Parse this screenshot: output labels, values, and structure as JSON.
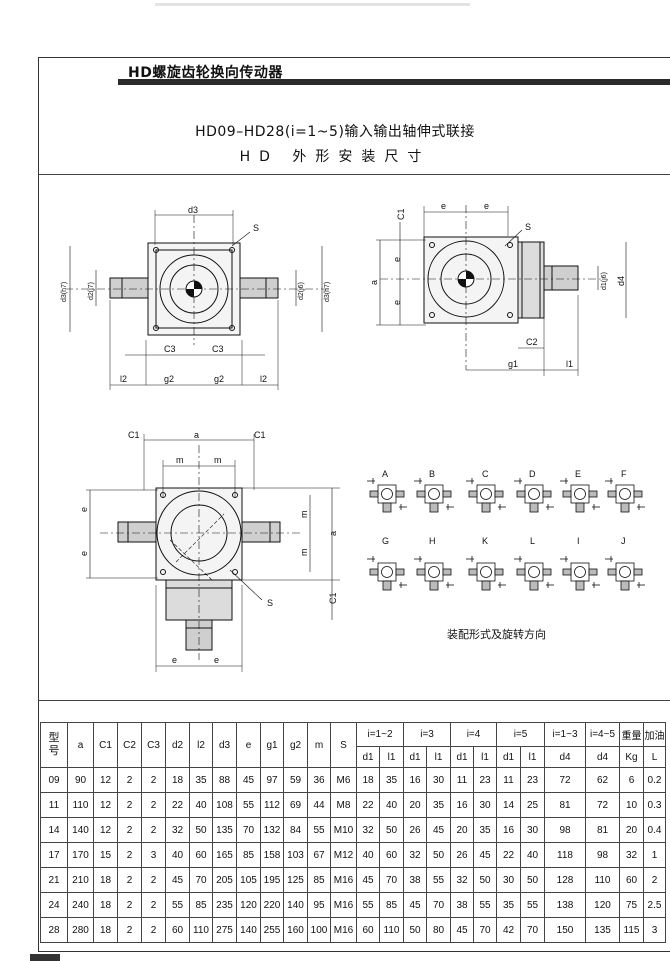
{
  "header": {
    "title": "HD螺旋齿轮换向传动器"
  },
  "titles": {
    "line1": "HD09–HD28(i=1~5)输入输出轴伸式联接",
    "line2": "HD 外形安装尺寸"
  },
  "drawing_labels": {
    "d3": "d3",
    "S": "S",
    "d3h7": "d3(h7)",
    "d2j7": "d2(j7)",
    "d2j6": "d2(j6)",
    "C3": "C3",
    "l2": "l2",
    "g2": "g2",
    "C1": "C1",
    "e": "e",
    "a": "a",
    "d1j6": "d1(j6)",
    "d4": "d4",
    "C2": "C2",
    "g1": "g1",
    "l1": "l1",
    "m": "m"
  },
  "assembly": {
    "caption": "装配形式及旋转方向",
    "row1": [
      "A",
      "B",
      "C",
      "D",
      "E",
      "F"
    ],
    "row2": [
      "G",
      "H",
      "K",
      "L",
      "I",
      "J"
    ]
  },
  "table": {
    "model_header": [
      "型",
      "号"
    ],
    "single_headers": [
      "a",
      "C1",
      "C2",
      "C3",
      "d2",
      "l2",
      "d3",
      "e",
      "g1",
      "g2",
      "m",
      "S"
    ],
    "ratio_groups": [
      "i=1~2",
      "i=3",
      "i=4",
      "i=5",
      "i=1~3",
      "i=4~5",
      "重量",
      "加油"
    ],
    "sub_headers": [
      "d1",
      "l1",
      "d1",
      "l1",
      "d1",
      "l1",
      "d1",
      "l1",
      "d4",
      "d4",
      "Kg",
      "L"
    ],
    "rows": [
      [
        "09",
        "90",
        "12",
        "2",
        "2",
        "18",
        "35",
        "88",
        "45",
        "97",
        "59",
        "36",
        "M6",
        "18",
        "35",
        "16",
        "30",
        "11",
        "23",
        "11",
        "23",
        "72",
        "62",
        "6",
        "0.2"
      ],
      [
        "11",
        "110",
        "12",
        "2",
        "2",
        "22",
        "40",
        "108",
        "55",
        "112",
        "69",
        "44",
        "M8",
        "22",
        "40",
        "20",
        "35",
        "16",
        "30",
        "14",
        "25",
        "81",
        "72",
        "10",
        "0.3"
      ],
      [
        "14",
        "140",
        "12",
        "2",
        "2",
        "32",
        "50",
        "135",
        "70",
        "132",
        "84",
        "55",
        "M10",
        "32",
        "50",
        "26",
        "45",
        "20",
        "35",
        "16",
        "30",
        "98",
        "81",
        "20",
        "0.4"
      ],
      [
        "17",
        "170",
        "15",
        "2",
        "3",
        "40",
        "60",
        "165",
        "85",
        "158",
        "103",
        "67",
        "M12",
        "40",
        "60",
        "32",
        "50",
        "26",
        "45",
        "22",
        "40",
        "118",
        "98",
        "32",
        "1"
      ],
      [
        "21",
        "210",
        "18",
        "2",
        "2",
        "45",
        "70",
        "205",
        "105",
        "195",
        "125",
        "85",
        "M16",
        "45",
        "70",
        "38",
        "55",
        "32",
        "50",
        "30",
        "50",
        "128",
        "110",
        "60",
        "2"
      ],
      [
        "24",
        "240",
        "18",
        "2",
        "2",
        "55",
        "85",
        "235",
        "120",
        "220",
        "140",
        "95",
        "M16",
        "55",
        "85",
        "45",
        "70",
        "38",
        "55",
        "35",
        "55",
        "138",
        "120",
        "75",
        "2.5"
      ],
      [
        "28",
        "280",
        "18",
        "2",
        "2",
        "60",
        "110",
        "275",
        "140",
        "255",
        "160",
        "100",
        "M16",
        "60",
        "110",
        "50",
        "80",
        "45",
        "70",
        "42",
        "70",
        "150",
        "135",
        "115",
        "3"
      ]
    ]
  }
}
